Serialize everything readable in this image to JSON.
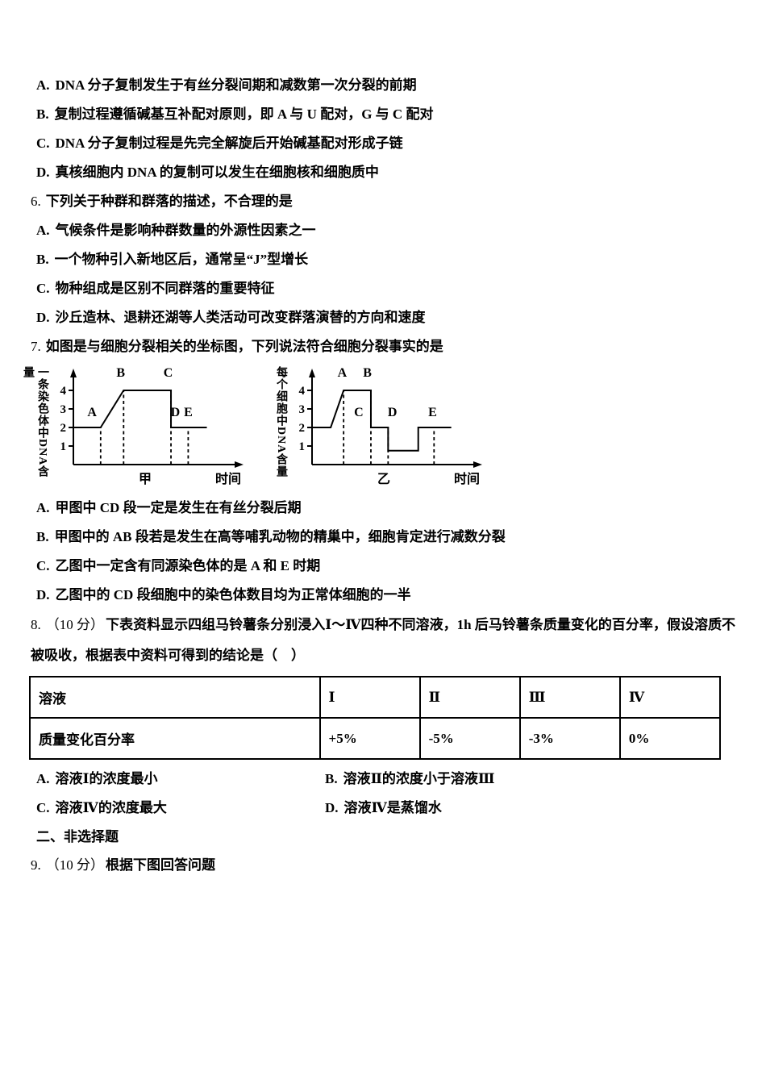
{
  "q5": {
    "options": [
      {
        "label": "A.",
        "text": "DNA 分子复制发生于有丝分裂间期和减数第一次分裂的前期"
      },
      {
        "label": "B.",
        "text": "复制过程遵循碱基互补配对原则，即 A 与 U 配对，G 与 C 配对"
      },
      {
        "label": "C.",
        "text": "DNA 分子复制过程是先完全解旋后开始碱基配对形成子链"
      },
      {
        "label": "D.",
        "text": "真核细胞内 DNA 的复制可以发生在细胞核和细胞质中"
      }
    ]
  },
  "q6": {
    "num": "6.",
    "text": "下列关于种群和群落的描述，不合理的是",
    "options": [
      {
        "label": "A.",
        "text": "气候条件是影响种群数量的外源性因素之一"
      },
      {
        "label": "B.",
        "text": "一个物种引入新地区后，通常呈“J”型增长"
      },
      {
        "label": "C.",
        "text": "物种组成是区别不同群落的重要特征"
      },
      {
        "label": "D.",
        "text": "沙丘造林、退耕还湖等人类活动可改变群落演替的方向和速度"
      }
    ]
  },
  "q7": {
    "num": "7.",
    "text": "如图是与细胞分裂相关的坐标图，下列说法符合细胞分裂事实的是",
    "options": [
      {
        "label": "A.",
        "text": "甲图中 CD 段一定是发生在有丝分裂后期"
      },
      {
        "label": "B.",
        "text": "甲图中的 AB 段若是发生在高等哺乳动物的精巢中，细胞肯定进行减数分裂"
      },
      {
        "label": "C.",
        "text": "乙图中一定含有同源染色体的是 A 和 E 时期"
      },
      {
        "label": "D.",
        "text": "乙图中的 CD 段细胞中的染色体数目均为正常体细胞的一半"
      }
    ]
  },
  "q8": {
    "num": "8.",
    "score": "（10 分）",
    "text": "下表资料显示四组马铃薯条分别浸入Ⅰ～Ⅳ四种不同溶液，1h 后马铃薯条质量变化的百分率，假设溶质不被吸收，根据表中资料可得到的结论是（　）",
    "table": {
      "headers": [
        "溶液",
        "Ⅰ",
        "Ⅱ",
        "Ⅲ",
        "Ⅳ"
      ],
      "row_label": "质量变化百分率",
      "values": [
        "+5%",
        "-5%",
        "-3%",
        "0%"
      ]
    },
    "options": [
      {
        "label": "A.",
        "text": "溶液Ⅰ的浓度最小"
      },
      {
        "label": "B.",
        "text": "溶液Ⅱ的浓度小于溶液Ⅲ"
      },
      {
        "label": "C.",
        "text": "溶液Ⅳ的浓度最大"
      },
      {
        "label": "D.",
        "text": "溶液Ⅳ是蒸馏水"
      }
    ]
  },
  "section2": {
    "title": "二、非选择题"
  },
  "q9": {
    "num": "9.",
    "score": "（10 分）",
    "text": "根据下图回答问题"
  },
  "chart_data": [
    {
      "type": "line",
      "name": "jia",
      "ylabel": "一条染色体中DNA含量",
      "xlabel": "时间",
      "caption": "甲",
      "yticks": [
        4,
        3,
        2,
        1
      ],
      "ylim": [
        0,
        5
      ],
      "points": [
        [
          0,
          2
        ],
        [
          0.19,
          2
        ],
        [
          0.35,
          4
        ],
        [
          0.68,
          4
        ],
        [
          0.68,
          2
        ],
        [
          0.93,
          2
        ]
      ],
      "dashed": [
        [
          0.19,
          2
        ],
        [
          0.35,
          4
        ],
        [
          0.68,
          4
        ],
        [
          0.8,
          2
        ]
      ],
      "labels": [
        {
          "t": "A",
          "x": 0.13,
          "y": 2.6
        },
        {
          "t": "B",
          "x": 0.33,
          "y": 4.75
        },
        {
          "t": "C",
          "x": 0.66,
          "y": 4.75
        },
        {
          "t": "D",
          "x": 0.71,
          "y": 2.6
        },
        {
          "t": "E",
          "x": 0.8,
          "y": 2.6
        }
      ]
    },
    {
      "type": "line",
      "name": "yi",
      "ylabel": "每个细胞中DNA含量",
      "xlabel": "时间",
      "caption": "乙",
      "yticks": [
        4,
        3,
        2,
        1
      ],
      "ylim": [
        0,
        5
      ],
      "points": [
        [
          0,
          2
        ],
        [
          0.13,
          2
        ],
        [
          0.22,
          4
        ],
        [
          0.41,
          4
        ],
        [
          0.41,
          2
        ],
        [
          0.53,
          2
        ],
        [
          0.53,
          0.75
        ],
        [
          0.74,
          0.75
        ],
        [
          0.74,
          2
        ],
        [
          0.97,
          2
        ]
      ],
      "dashed": [
        [
          0.22,
          4
        ],
        [
          0.41,
          4
        ],
        [
          0.53,
          2
        ],
        [
          0.85,
          2
        ]
      ],
      "labels": [
        {
          "t": "A",
          "x": 0.21,
          "y": 4.75
        },
        {
          "t": "B",
          "x": 0.385,
          "y": 4.75
        },
        {
          "t": "C",
          "x": 0.325,
          "y": 2.6
        },
        {
          "t": "D",
          "x": 0.56,
          "y": 2.6
        },
        {
          "t": "E",
          "x": 0.84,
          "y": 2.6
        }
      ]
    }
  ]
}
